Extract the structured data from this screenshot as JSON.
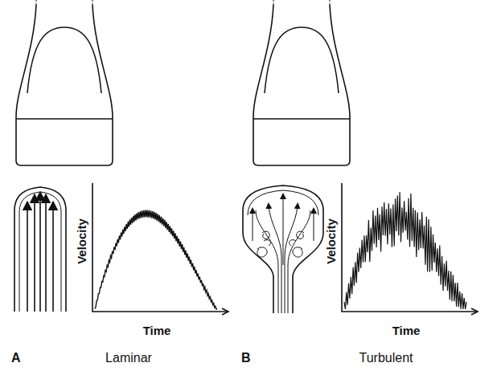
{
  "diagram": {
    "labels": [
      "Velocity",
      "Time",
      "A",
      "Laminar",
      "Velocity",
      "Time",
      "B",
      "Turbulent"
    ]
  }
}
